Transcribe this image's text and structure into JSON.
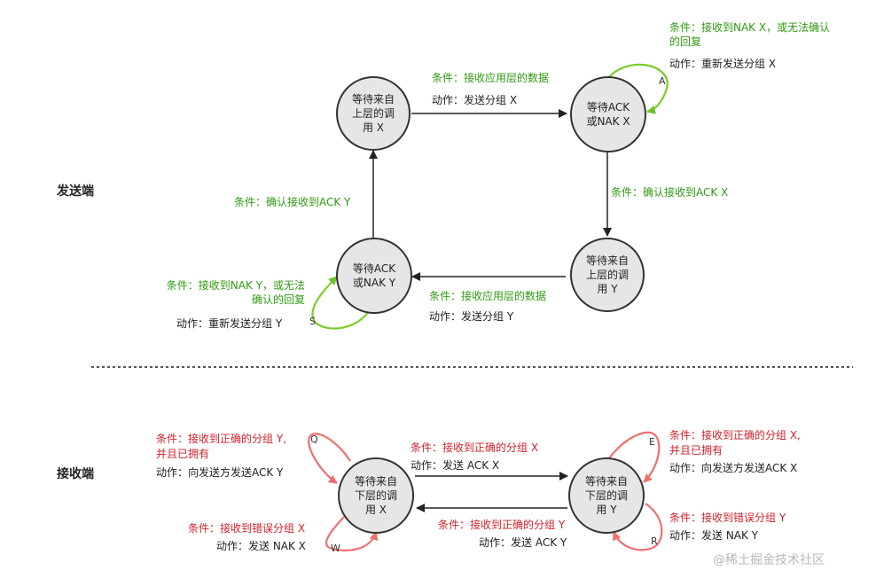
{
  "sender": {
    "label": "发送端",
    "nodes": {
      "wait_call_x": "等待来自上层的调用 X",
      "wait_ack_x": "等待ACK或NAK X",
      "wait_call_y": "等待来自上层的调用 Y",
      "wait_ack_y": "等待ACK或NAK Y"
    },
    "transitions": {
      "call_x_to_ack_x": {
        "condition": "条件：接收应用层的数据",
        "action": "动作：发送分组 X"
      },
      "ack_x_self": {
        "letter": "A",
        "condition": "条件：接收到NAK X，或无法确认的回复",
        "action": "动作：重新发送分组 X"
      },
      "ack_x_to_call_y": {
        "condition": "条件：确认接收到ACK X"
      },
      "call_y_to_ack_y": {
        "condition": "条件：接收应用层的数据",
        "action": "动作：发送分组 Y"
      },
      "ack_y_to_call_x": {
        "condition": "条件：确认接收到ACK Y"
      },
      "ack_y_self": {
        "letter": "S",
        "condition": "条件：接收到NAK Y，或无法确认的回复",
        "action": "动作：重新发送分组 Y"
      }
    }
  },
  "receiver": {
    "label": "接收端",
    "nodes": {
      "wait_down_x": "等待来自下层的调用 X",
      "wait_down_y": "等待来自下层的调用 Y"
    },
    "transitions": {
      "x_to_y": {
        "condition": "条件：接收到正确的分组 X",
        "action": "动作：发送 ACK X"
      },
      "y_to_x": {
        "condition": "条件：接收到正确的分组 Y",
        "action": "动作：发送 ACK Y"
      },
      "q_loop": {
        "letter": "Q",
        "condition_l1": "条件：接收到正确的分组 Y,",
        "condition_l2": "并且已拥有",
        "action": "动作：向发送方发送ACK Y"
      },
      "w_loop": {
        "letter": "W",
        "condition": "条件：接收到错误分组 X",
        "action": "动作：发送 NAK X"
      },
      "e_loop": {
        "letter": "E",
        "condition_l1": "条件：接收到正确的分组 X,",
        "condition_l2": "并且已拥有",
        "action": "动作：向发送方发送ACK X"
      },
      "r_loop": {
        "letter": "R",
        "condition": "条件：接收到错误分组 Y",
        "action": "动作：发送 NAK Y"
      }
    }
  },
  "watermark": "@稀土掘金技术社区",
  "colors": {
    "condition_sender": "#2f9a12",
    "self_loop_sender": "#7ccc2a",
    "condition_receiver": "#d0222a",
    "self_loop_receiver": "#ef6f6f",
    "node_fill": "#e6e6e6",
    "node_border": "#333333"
  }
}
